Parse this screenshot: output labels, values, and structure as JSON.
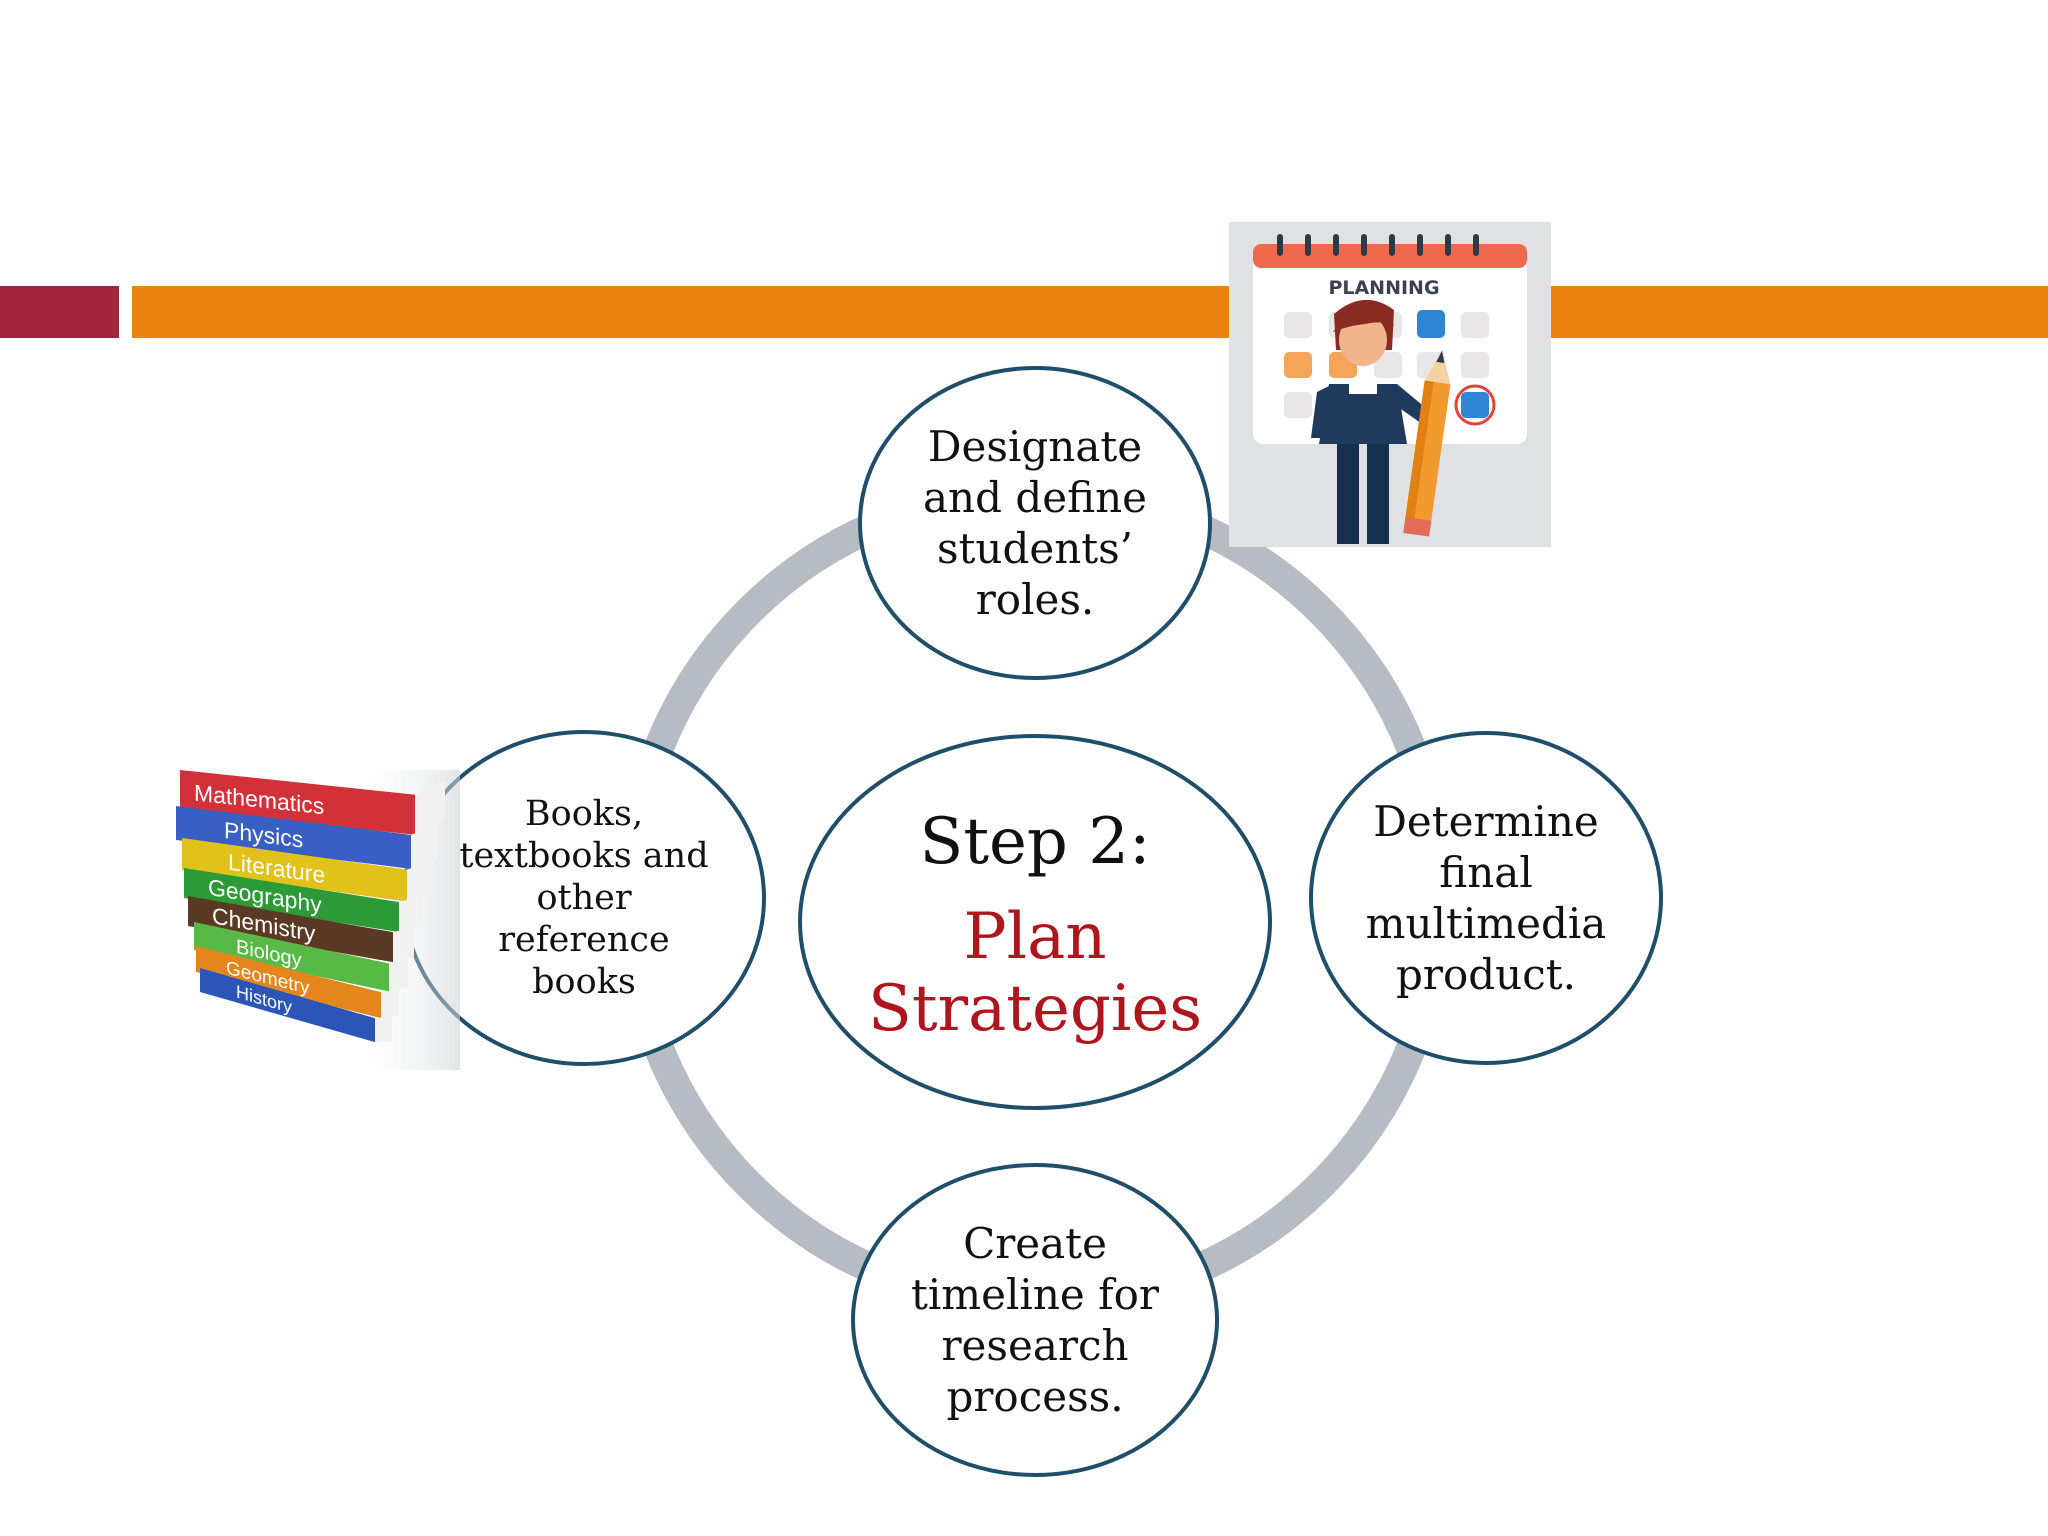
{
  "diagram": {
    "center": {
      "step": "Step 2:",
      "title_line1": "Plan",
      "title_line2": "Strategies"
    },
    "nodes": [
      {
        "id": "top",
        "lines": [
          "Designate",
          "and define",
          "students’",
          "roles."
        ]
      },
      {
        "id": "right",
        "lines": [
          "Determine",
          "final",
          "multimedia",
          "product."
        ]
      },
      {
        "id": "bottom",
        "lines": [
          "Create",
          "timeline for",
          "research",
          "process."
        ]
      },
      {
        "id": "left",
        "lines": [
          "Books,",
          "textbooks and",
          "other",
          "reference",
          "books"
        ]
      }
    ],
    "colors": {
      "ring": "#b7bcc4",
      "node_border": "#1f4e6b",
      "accent_red": "#a3263d",
      "accent_orange": "#ea830f",
      "title_red": "#b0141c"
    }
  },
  "planning_image": {
    "label": "PLANNING",
    "icon": "planning-calendar-icon"
  },
  "books_image": {
    "icon": "book-stack-icon",
    "spines": [
      "Mathematics",
      "Physics",
      "Literature",
      "Geography",
      "Chemistry",
      "Biology",
      "Geometry",
      "History"
    ]
  }
}
